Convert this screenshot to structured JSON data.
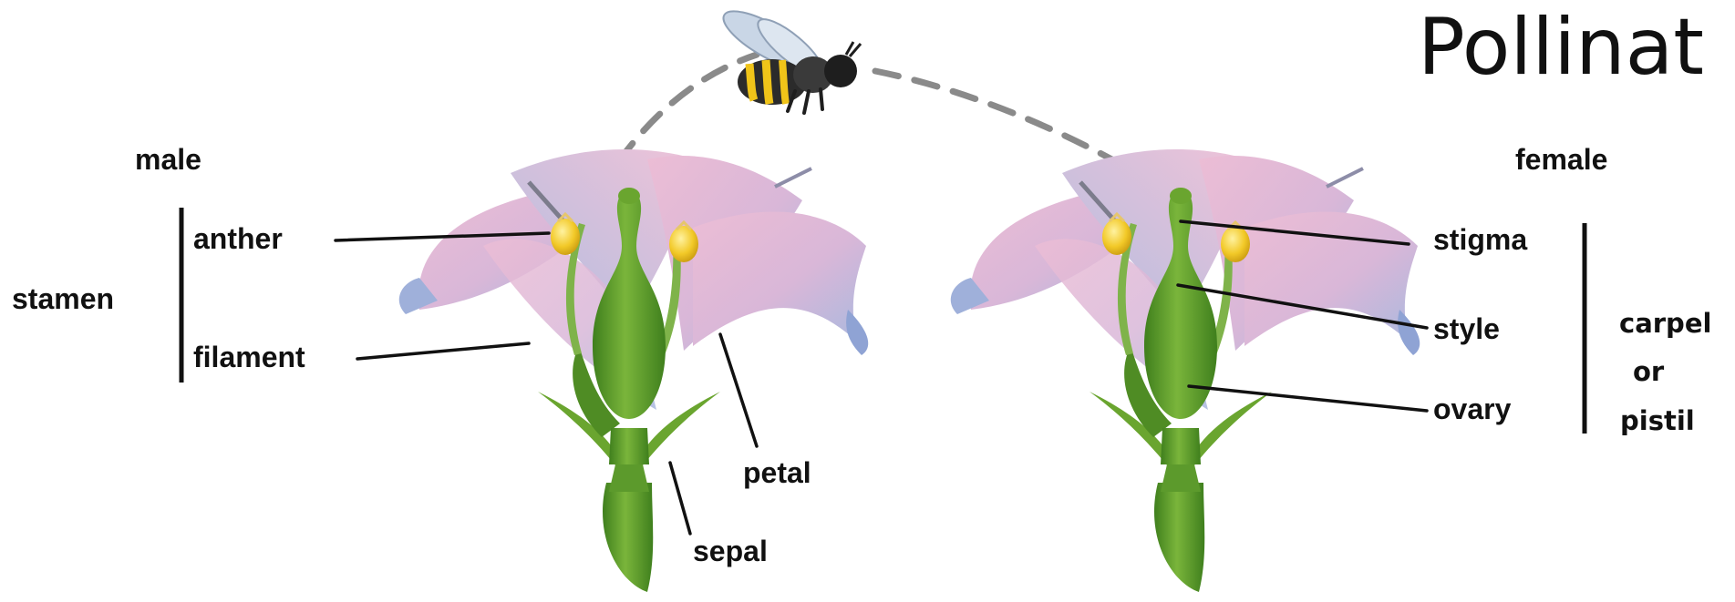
{
  "title": "Pollinat",
  "labels": {
    "male": "male",
    "female": "female",
    "stamen": "stamen",
    "anther": "anther",
    "filament": "filament",
    "petal": "petal",
    "sepal": "sepal",
    "stigma": "stigma",
    "style": "style",
    "ovary": "ovary",
    "carpel": "carpel",
    "or": "or",
    "pistil": "pistil"
  },
  "colors": {
    "petal_pink": "#e7b8d0",
    "petal_blue": "#a9b9de",
    "stem_green": "#5c9a2c",
    "anther_yellow": "#f2c928",
    "bee_body": "#2b2b2b",
    "bee_stripe": "#f0c419",
    "flight_path": "#8a8a8a"
  }
}
